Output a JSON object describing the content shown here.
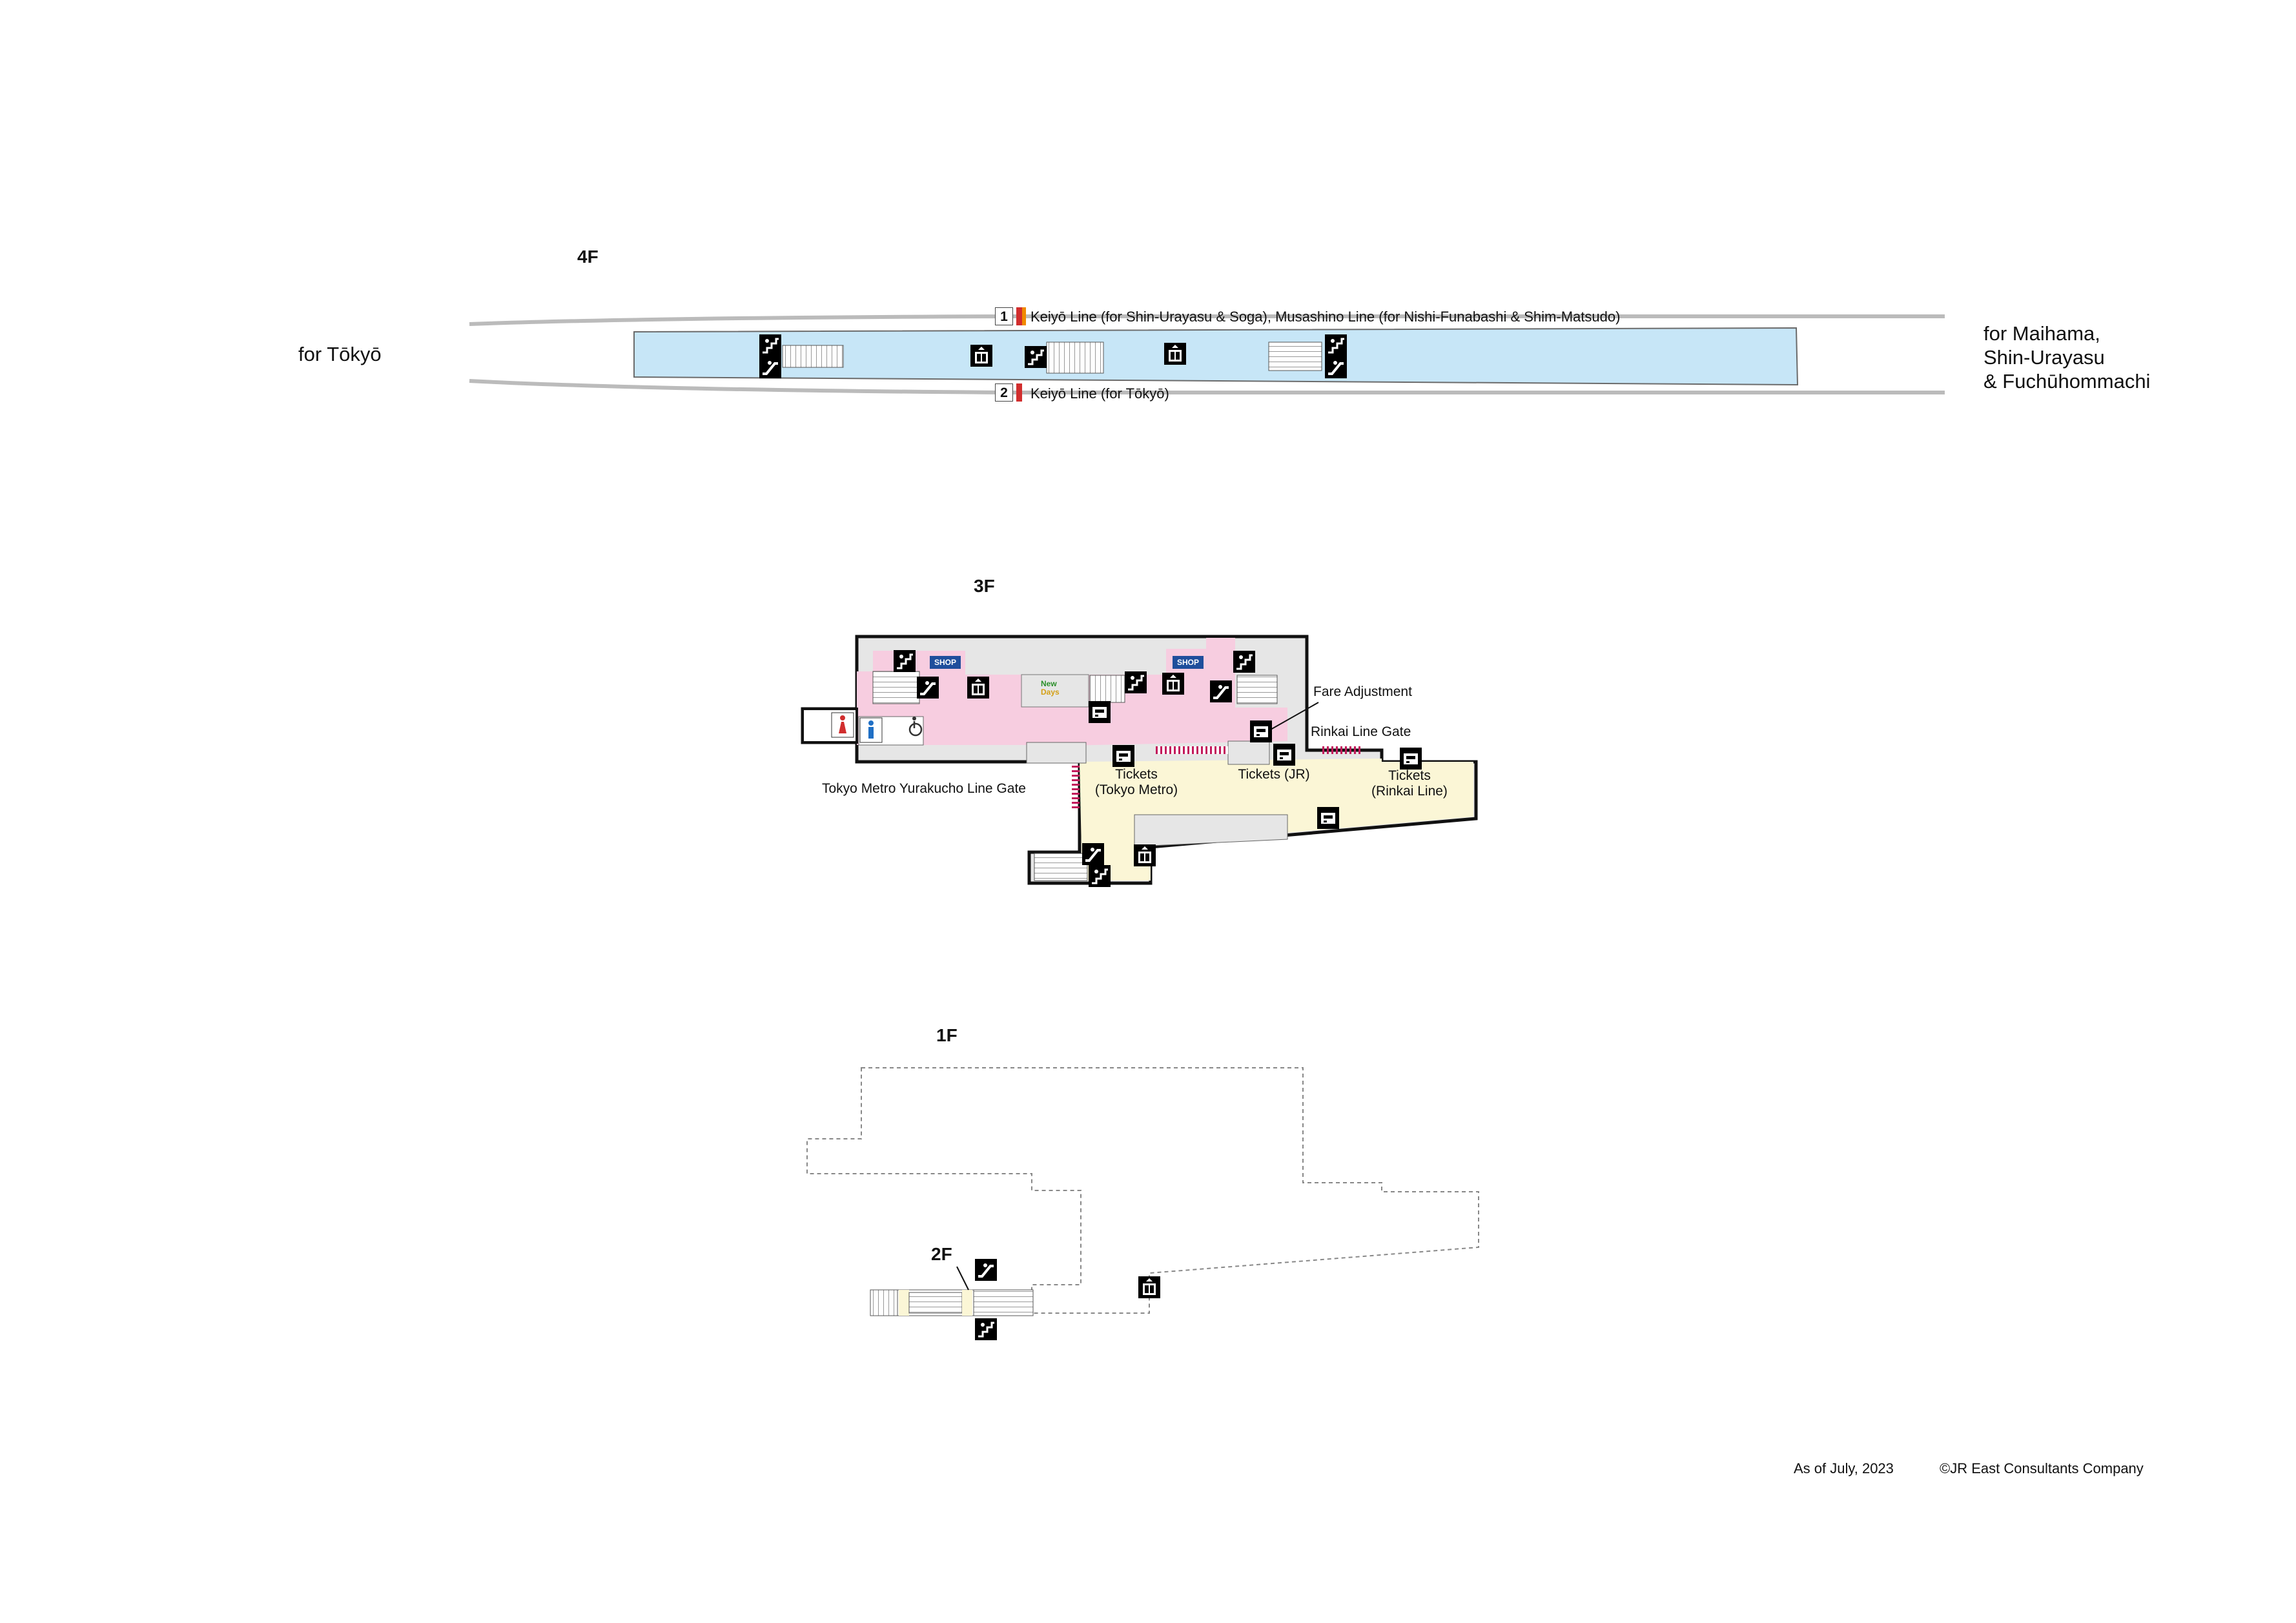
{
  "floors": {
    "f4": "4F",
    "f3": "3F",
    "f1": "1F",
    "f2": "2F"
  },
  "directions": {
    "west": "for Tōkyō",
    "east": [
      "for Maihama,",
      "Shin-Urayasu",
      "& Fuchūhommachi"
    ]
  },
  "platforms": [
    {
      "number": "1",
      "label": "Keiyō Line (for Shin-Urayasu & Soga), Musashino Line (for Nishi-Funabashi & Shim-Matsudo)"
    },
    {
      "number": "2",
      "label": "Keiyō Line (for Tōkyō)"
    }
  ],
  "labels3f": {
    "fare_adjustment": "Fare Adjustment",
    "rinkai_gate": "Rinkai Line Gate",
    "metro_gate": "Tokyo Metro Yurakucho Line Gate",
    "tickets_metro": [
      "Tickets",
      "(Tokyo Metro)"
    ],
    "tickets_jr": "Tickets (JR)",
    "tickets_rinkai": [
      "Tickets",
      "(Rinkai Line)"
    ],
    "shop1": "SHOP",
    "shop2": "SHOP",
    "newdays": [
      "New",
      "Days"
    ]
  },
  "footer": {
    "date": "As of July, 2023",
    "copyright": "©JR East Consultants Company"
  },
  "colors": {
    "platform": "#c7e6f7",
    "concourse_paid": "#f7cde0",
    "concourse_free": "#fbf6d6",
    "facility": "#e6e6e6",
    "gate": "#c2185b",
    "line_keiyo": "#d12e2e"
  },
  "icons": [
    "stairs-icon",
    "escalator-icon",
    "elevator-icon",
    "toilet-icon",
    "ticket-machine-icon",
    "fare-adjustment-icon",
    "accessible-toilet-icon"
  ]
}
